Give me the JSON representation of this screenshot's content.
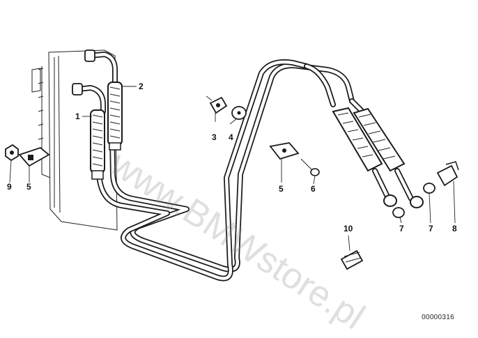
{
  "callouts": {
    "c1": "1",
    "c2": "2",
    "c3": "3",
    "c4": "4",
    "c5a": "5",
    "c5b": "5",
    "c6": "6",
    "c7a": "7",
    "c7b": "7",
    "c8": "8",
    "c9": "9",
    "c10": "10"
  },
  "reference_code": "00000316",
  "watermark": "www.BMWstore.pl",
  "colors": {
    "line": "#1a1a1a",
    "background": "#ffffff",
    "watermark": "#8c8c8c"
  }
}
